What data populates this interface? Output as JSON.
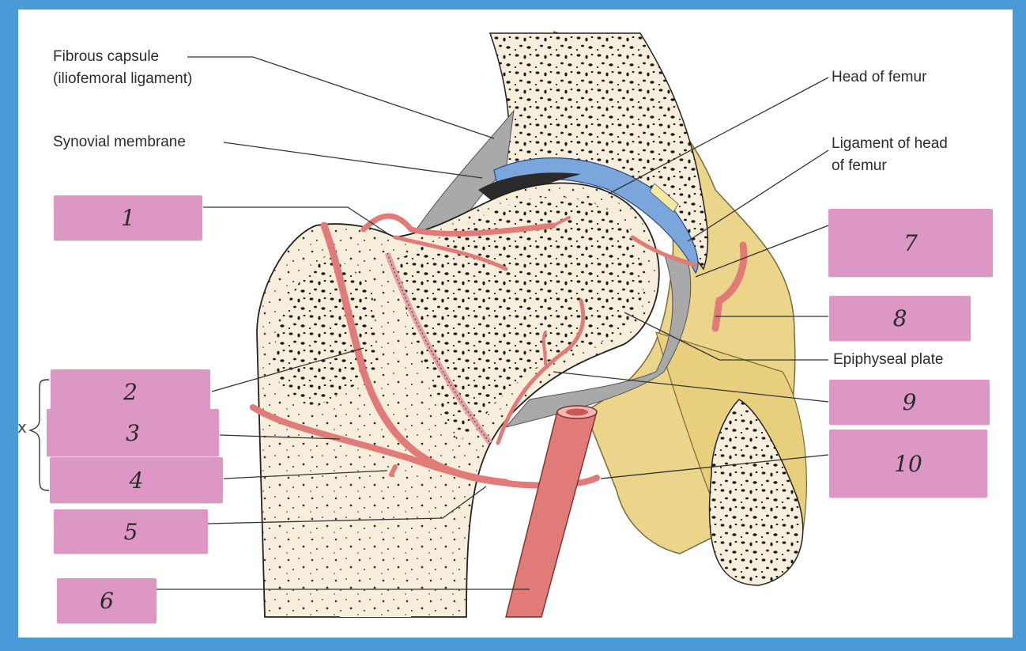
{
  "labels": {
    "fibrous_capsule_1": "Fibrous capsule",
    "fibrous_capsule_2": "(iliofemoral ligament)",
    "synovial_membrane": "Synovial membrane",
    "head_of_femur": "Head of femur",
    "ligament_head_1": "Ligament of head",
    "ligament_head_2": "of femur",
    "epiphyseal_plate": "Epiphyseal plate"
  },
  "answer_boxes": [
    "1",
    "2",
    "3",
    "4",
    "5",
    "6",
    "7",
    "8",
    "9",
    "10"
  ],
  "bracket_mark": "x",
  "colors": {
    "frame": "#4a9ad8",
    "box": "#dc97c4",
    "bone": "#f6eedb",
    "hip_bone": "#ead58a",
    "artery": "#e07b78",
    "cartilage": "#7aa6dc",
    "capsule": "#a9a9a9"
  }
}
